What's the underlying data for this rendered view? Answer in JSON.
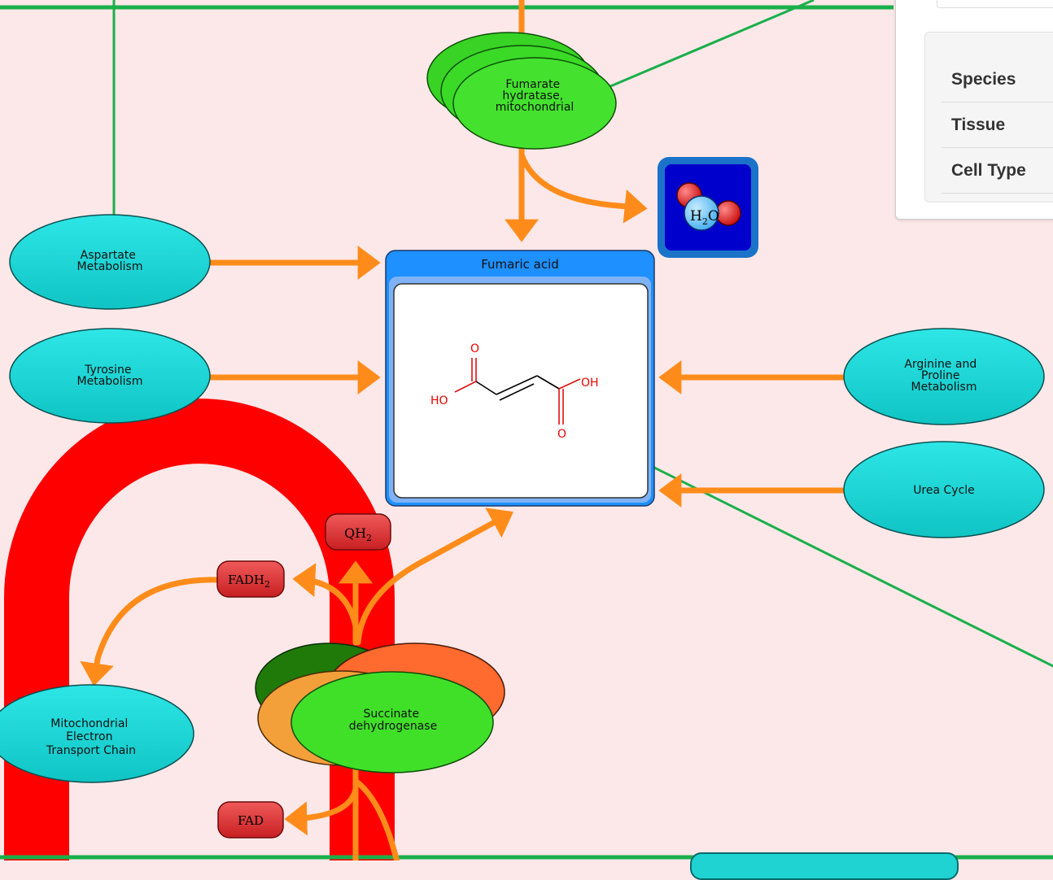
{
  "colors": {
    "background": "#fde8e9",
    "cyan_node": "#1fd3d3",
    "arrow_orange": "#ff8c1a",
    "link_green": "#1aaf4a",
    "membrane_red": "#ff0000",
    "enzyme_green": "#33dd22",
    "metabolite_blue": "#1e90ff",
    "cofactor_red": "#e0383a"
  },
  "enzymes": {
    "fumarate_hydratase": "Fumarate hydratase, mitochondrial",
    "succinate_dehydrogenase": "Succinate dehydrogenase"
  },
  "pathways": {
    "aspartate": "Aspartate Metabolism",
    "tyrosine": "Tyrosine Metabolism",
    "arginine_proline": "Arginine and Proline Metabolism",
    "urea_cycle": "Urea Cycle",
    "etc": "Mitochondrial Electron Transport Chain"
  },
  "compound": {
    "title": "Fumaric acid",
    "atom_ho": "HO",
    "atom_oh": "OH",
    "atom_o": "O"
  },
  "water": {
    "h": "H",
    "sub": "2",
    "o": "O"
  },
  "cofactors": {
    "qh2": {
      "base": "QH",
      "sub": "2"
    },
    "fadh2": {
      "base": "FADH",
      "sub": "2"
    },
    "fad": {
      "base": "FAD"
    }
  },
  "info_panel": {
    "rows": [
      "Species",
      "Tissue",
      "Cell Type"
    ]
  },
  "icons": [
    "water-molecule-icon",
    "fumaric-acid-structure-icon"
  ]
}
